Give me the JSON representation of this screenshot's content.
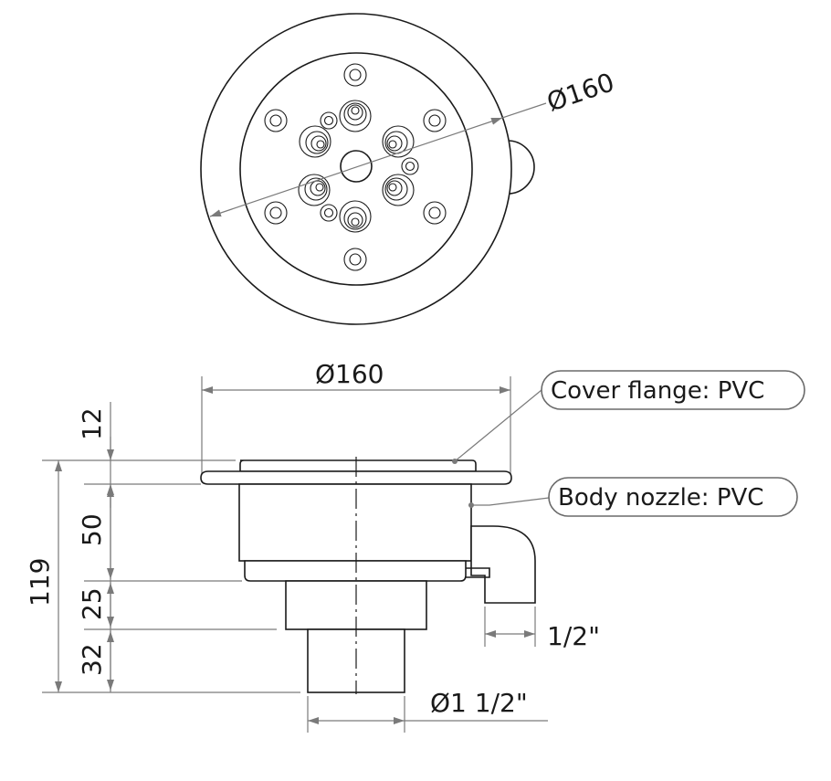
{
  "top_view": {
    "diameter_label": "Ø160"
  },
  "side_view": {
    "width_label": "Ø160",
    "height_dims": [
      "12",
      "50",
      "25",
      "32"
    ],
    "total_height": "119",
    "outlet_label": "Ø1 1/2\"",
    "nozzle_label": "1/2\""
  },
  "callouts": [
    {
      "label": "Cover flange: PVC"
    },
    {
      "label": "Body nozzle: PVC"
    }
  ]
}
